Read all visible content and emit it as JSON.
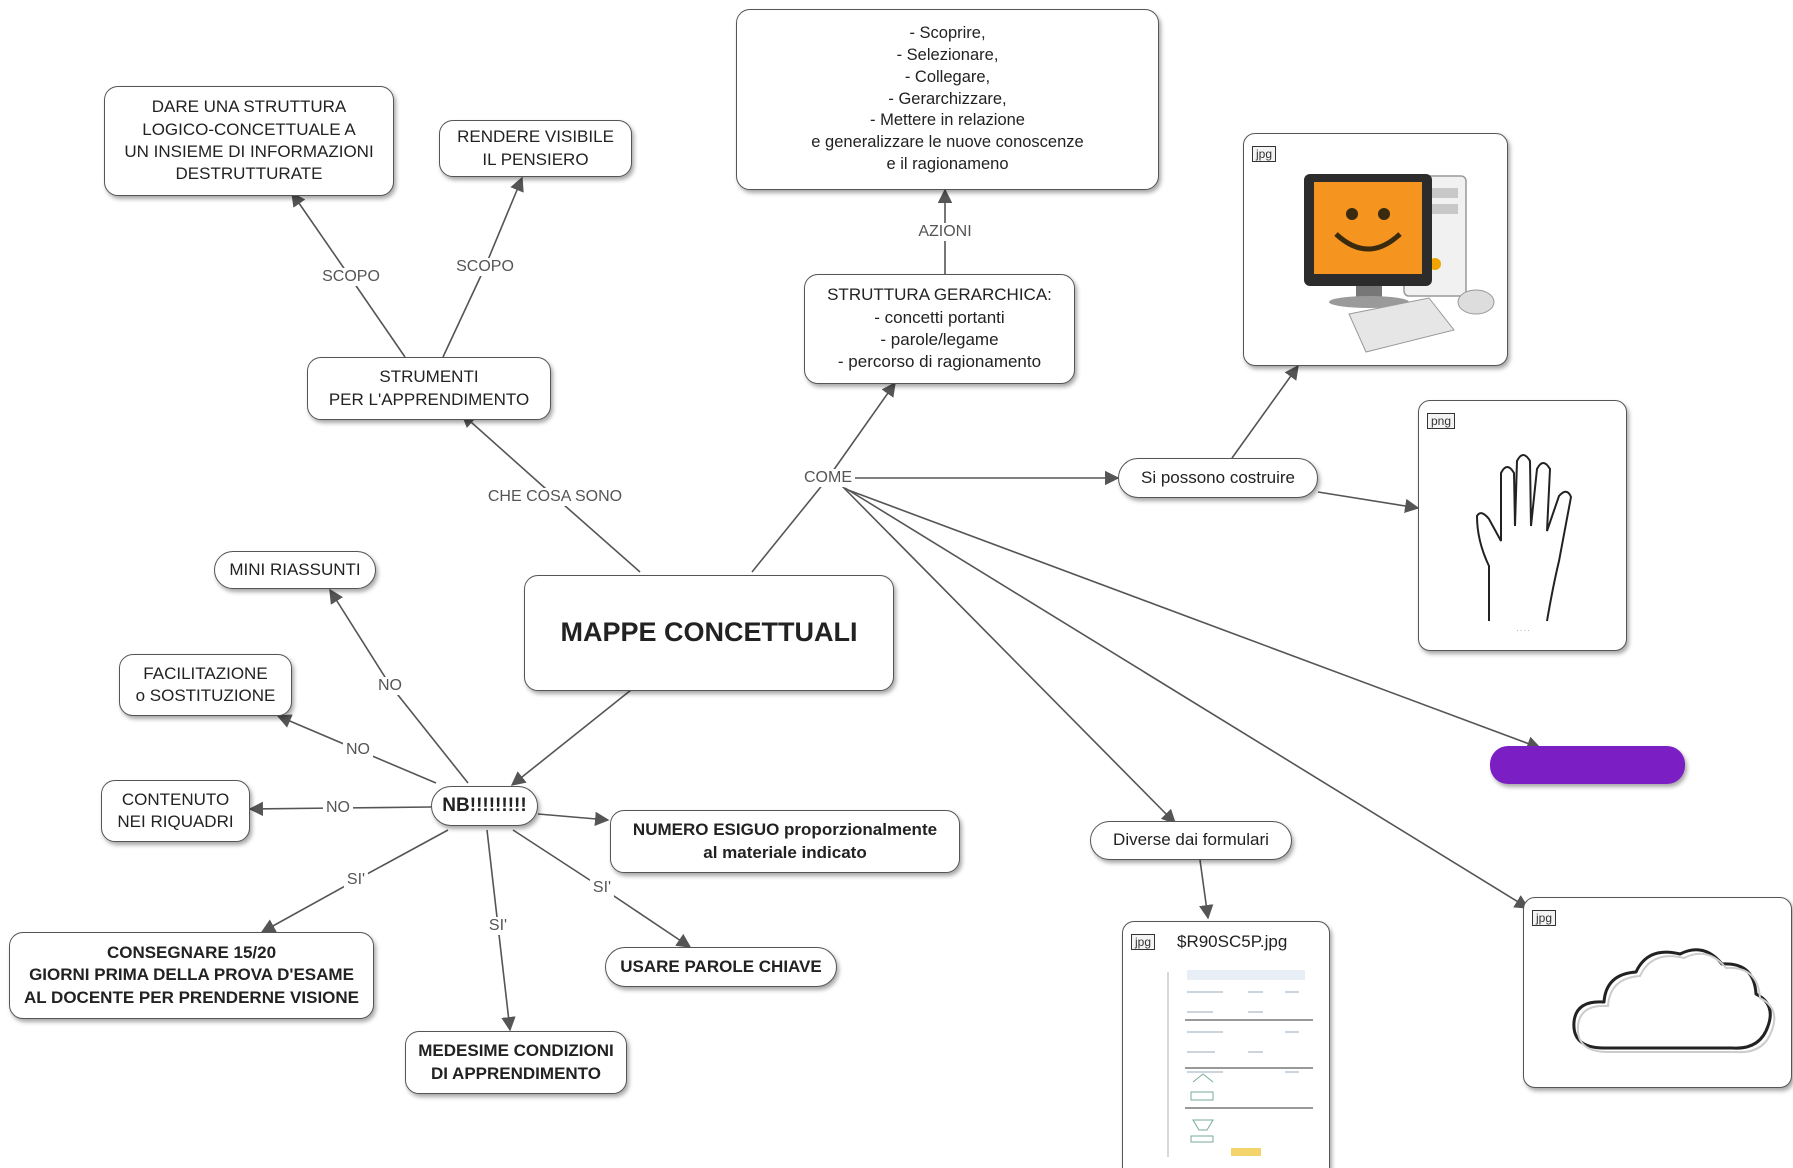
{
  "nodes": {
    "main": "MAPPE CONCETTUALI",
    "dare": "DARE UNA STRUTTURA\nLOGICO-CONCETTUALE A\nUN INSIEME DI INFORMAZIONI\nDESTRUTTURATE",
    "rendere": "RENDERE VISIBILE\nIL PENSIERO",
    "strumenti": "STRUMENTI\nPER L'APPRENDIMENTO",
    "azioni_box": "- Scoprire,\n- Selezionare,\n- Collegare,\n- Gerarchizzare,\n- Mettere in relazione\ne generalizzare le nuove conoscenze\ne il ragionameno",
    "struttura": "STRUTTURA GERARCHICA:\n- concetti portanti\n- parole/legame\n- percorso di ragionamento",
    "si_possono": "Si possono costruire",
    "mini": "MINI RIASSUNTI",
    "facilitazione": "FACILITAZIONE\no SOSTITUZIONE",
    "contenuto": "CONTENUTO\nNEI RIQUADRI",
    "nb": "NB!!!!!!!!!",
    "numero": "NUMERO ESIGUO proporzionalmente\nal materiale indicato",
    "consegnare": "CONSEGNARE 15/20\nGIORNI PRIMA DELLA PROVA D'ESAME\nAL DOCENTE PER PRENDERNE VISIONE",
    "usare": "USARE PAROLE CHIAVE",
    "medesime": "MEDESIME CONDIZIONI\nDI APPRENDIMENTO",
    "diverse": "Diverse dai formulari"
  },
  "labels": {
    "scopo1": "SCOPO",
    "scopo2": "SCOPO",
    "azioni": "AZIONI",
    "che_cosa": "CHE COSA SONO",
    "come": "COME",
    "no1": "NO",
    "no2": "NO",
    "no3": "NO",
    "si1": "SI'",
    "si2": "SI'",
    "si3": "SI'"
  },
  "images": {
    "computer_ext": "jpg",
    "hand_ext": "png",
    "doc_ext": "jpg",
    "doc_name": "$R90SC5P.jpg",
    "cloud_ext": "jpg"
  },
  "colors": {
    "accent_purple": "#7b1fc4",
    "line": "#555555"
  }
}
